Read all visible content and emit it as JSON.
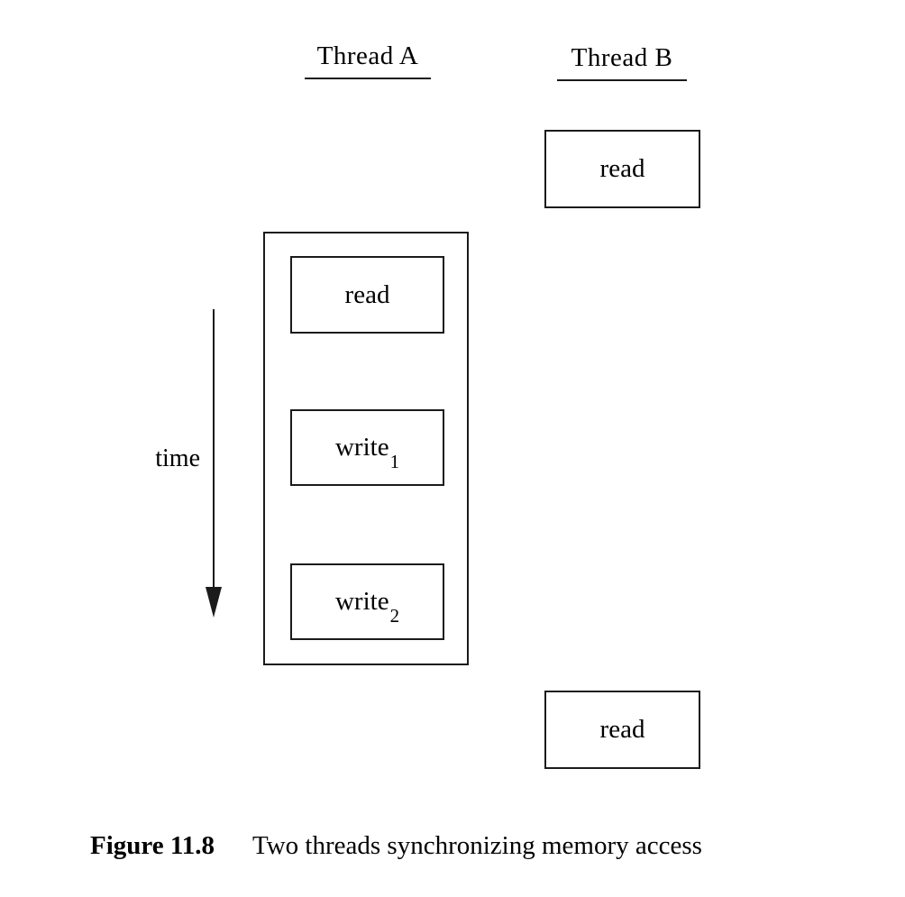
{
  "colors": {
    "ink": "#1b1b1b",
    "background": "#ffffff"
  },
  "headers": {
    "thread_a": "Thread A",
    "thread_b": "Thread B"
  },
  "time_axis": {
    "label": "time"
  },
  "thread_a_ops": [
    {
      "label": "read",
      "sub": ""
    },
    {
      "label": "write",
      "sub": "1"
    },
    {
      "label": "write",
      "sub": "2"
    }
  ],
  "thread_b_ops": {
    "before": "read",
    "after": "read"
  },
  "caption": {
    "label": "Figure 11.8",
    "text": "Two threads synchronizing memory access"
  }
}
